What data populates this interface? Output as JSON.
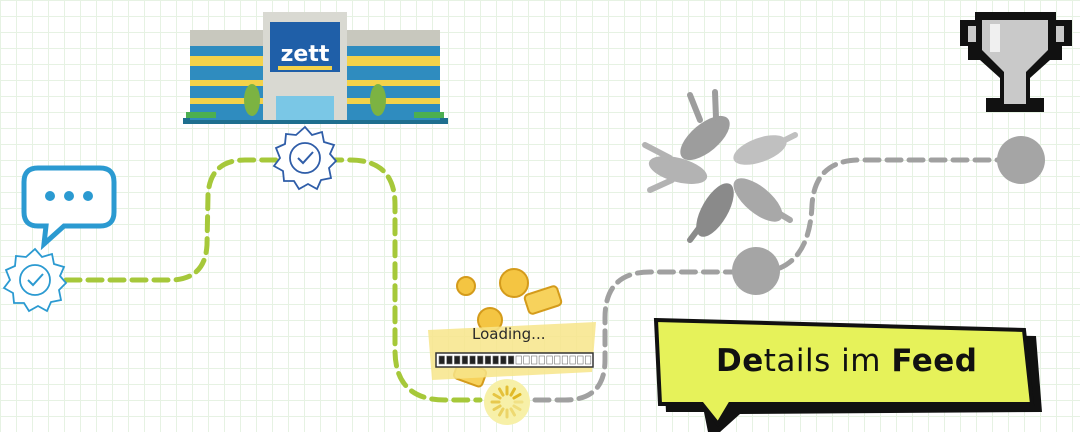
{
  "steps": [
    {
      "id": "chat",
      "status": "done",
      "icon": "chat-bubble-icon"
    },
    {
      "id": "zett-building",
      "status": "done",
      "icon": "building-icon"
    },
    {
      "id": "coins",
      "status": "in-progress",
      "icon": "coins-icon"
    },
    {
      "id": "hands",
      "status": "pending",
      "icon": "hands-icon"
    },
    {
      "id": "trophy",
      "status": "pending",
      "icon": "trophy-icon"
    }
  ],
  "building": {
    "sign": "zett"
  },
  "loading": {
    "label": "Loading...",
    "progress": 0.5
  },
  "feed_badge": {
    "part1": "De",
    "part2": "tails",
    "part3": " im ",
    "part4": "Feed"
  },
  "colors": {
    "done_path": "#a6c83a",
    "pending_path": "#a0a0a0",
    "check_blue": "#2b9ad1",
    "badge_yellow": "#e6f25a",
    "coin_gold": "#f4c542"
  }
}
